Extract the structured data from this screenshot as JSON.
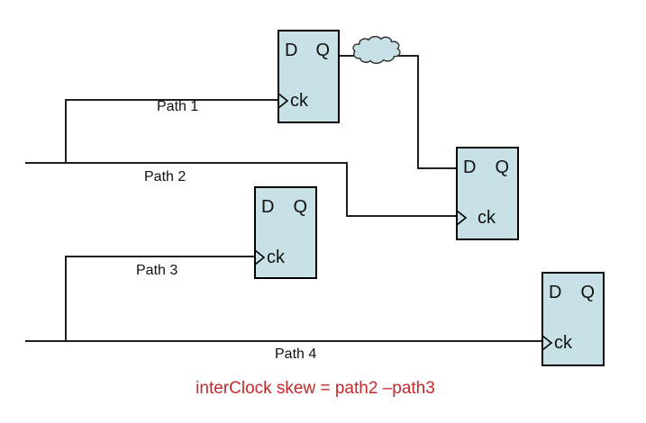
{
  "colors": {
    "background": "#ffffff",
    "flipflop_fill": "#c7e1e6",
    "flipflop_border": "#000000",
    "wire": "#1f1f1f",
    "caption_red": "#c5292c",
    "text": "#111111"
  },
  "flipflops": [
    {
      "name": "flipflop-1",
      "d": "D",
      "q": "Q",
      "ck": "ck"
    },
    {
      "name": "flipflop-2",
      "d": "D",
      "q": "Q",
      "ck": "ck"
    },
    {
      "name": "flipflop-3",
      "d": "D",
      "q": "Q",
      "ck": "ck"
    },
    {
      "name": "flipflop-4",
      "d": "D",
      "q": "Q",
      "ck": "ck"
    }
  ],
  "path_labels": [
    {
      "text": "Path 1"
    },
    {
      "text": "Path 2"
    },
    {
      "text": "Path 3"
    },
    {
      "text": "Path 4"
    }
  ],
  "icons": {
    "cloud": "combinational-logic-cloud",
    "clock_edge": "clock-edge-triangle"
  },
  "caption": {
    "text": "interClock skew = path2 –path3"
  }
}
